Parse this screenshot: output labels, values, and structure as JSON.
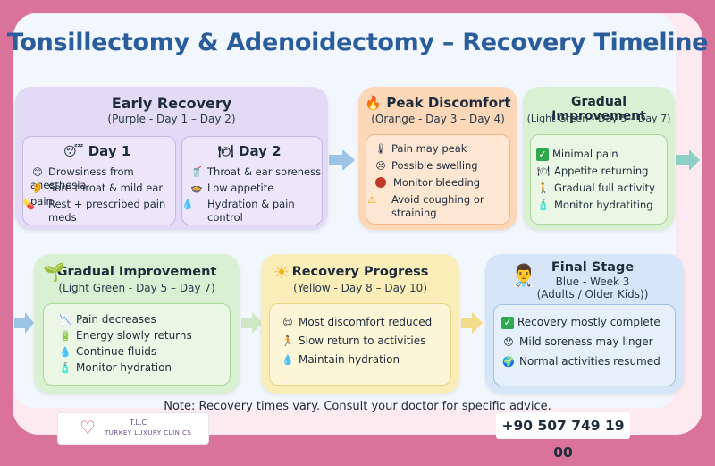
{
  "title": "Tonsillectomy & Adenoidectomy – Recovery Timeline",
  "early": {
    "title": "Early Recovery",
    "subtitle": "(Purple - Day 1 – Day 2)",
    "day1": {
      "title": "Day 1",
      "items": [
        "Drowsiness from anesthesia",
        "Sore throat & mild ear pain",
        "Rest + prescribed pain meds"
      ]
    },
    "day2": {
      "title": "Day 2",
      "items": [
        "Throat & ear soreness",
        "Low appetite",
        "Hydration & pain control"
      ]
    }
  },
  "peak": {
    "title": "Peak Discomfort",
    "subtitle": "(Orange - Day 3 – Day 4)",
    "items": [
      "Pain may peak",
      "Possible swelling",
      "Monitor bleeding",
      "Avoid coughing or straining"
    ]
  },
  "gradual1": {
    "title": "Gradual Improvement",
    "subtitle": "(Light Green - Day 5 – Day 7)",
    "items": [
      "Minimal pain",
      "Appetite returning",
      "Gradual full activity",
      "Monitor hydratiting"
    ]
  },
  "gradual2": {
    "title": "Gradual Improvement",
    "subtitle": "(Light Green - Day 5 – Day 7)",
    "items": [
      "Pain decreases",
      "Energy slowly returns",
      "Continue fluids",
      "Monitor hydration"
    ]
  },
  "progress": {
    "title": "Recovery Progress",
    "subtitle": "(Yellow - Day 8 – Day 10)",
    "items": [
      "Most discomfort reduced",
      "Slow return to activities",
      "Maintain hydration"
    ]
  },
  "final": {
    "title": "Final Stage",
    "subtitle1": "Blue - Week 3",
    "subtitle2": "(Adults / Older Kids))",
    "items": [
      "Recovery mostly complete",
      "Mild soreness may linger",
      "Normal activities resumed"
    ]
  },
  "note": "Note: Recovery times vary. Consult your doctor for specific advice.",
  "logo": {
    "line1": "T.L.C",
    "line2": "TURKEY LUXURY CLINICS"
  },
  "phone": "+90 507 749 19 00",
  "colors": {
    "purple": "#dcd3f3",
    "orange": "#fcdcc0",
    "green": "#d9f0d2",
    "yellow": "#fbefbf",
    "blue": "#d6e6f8",
    "title": "#2a5d9c"
  }
}
